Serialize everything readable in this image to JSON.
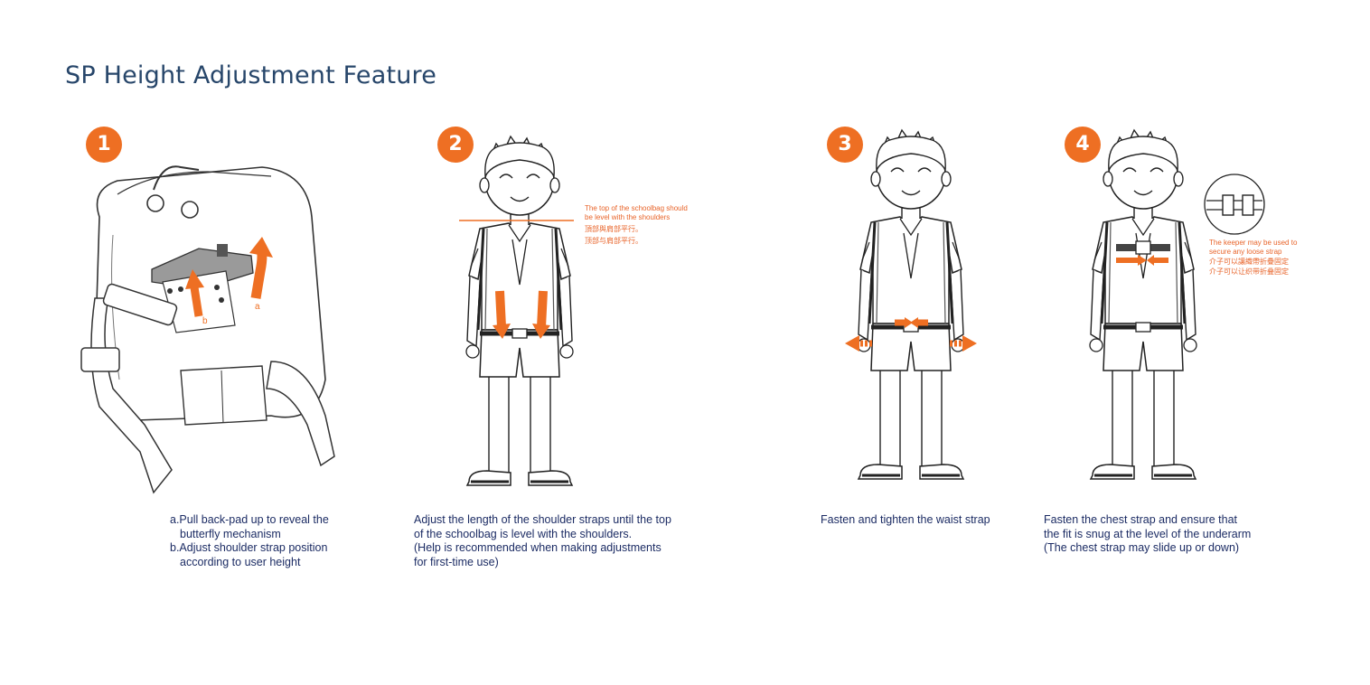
{
  "title": "SP Height Adjustment Feature",
  "accent_color": "#ee6f23",
  "title_color": "#27466a",
  "caption_color": "#1c2c64",
  "steps": [
    {
      "number": "1",
      "illustration": "backpack-backpad-icon",
      "arrow_labels": [
        "a",
        "b"
      ],
      "caption": [
        "a.Pull back-pad up to reveal the",
        "butterfly mechanism",
        "b.Adjust shoulder strap position",
        "according to user height"
      ]
    },
    {
      "number": "2",
      "illustration": "child-shoulder-straps-icon",
      "note": [
        "The top of the schoolbag should",
        " be level with the shoulders",
        "頂部與肩部平行。",
        "顶部与肩部平行。"
      ],
      "caption": [
        "Adjust the length of the shoulder straps until the top",
        "of the schoolbag is level with the shoulders.",
        "(Help is recommended when making adjustments",
        "for first-time use)"
      ]
    },
    {
      "number": "3",
      "illustration": "child-waist-strap-icon",
      "caption": [
        "Fasten and tighten the waist strap"
      ]
    },
    {
      "number": "4",
      "illustration": "child-chest-strap-icon",
      "note": [
        "The keeper may be used to",
        "secure any loose strap",
        "介子可以讓織帶折疊固定",
        "介子可以让织带折叠固定"
      ],
      "caption": [
        "Fasten the chest strap and ensure that",
        "the fit is snug at the level of the underarm",
        "(The chest strap may slide up or down)"
      ]
    }
  ]
}
